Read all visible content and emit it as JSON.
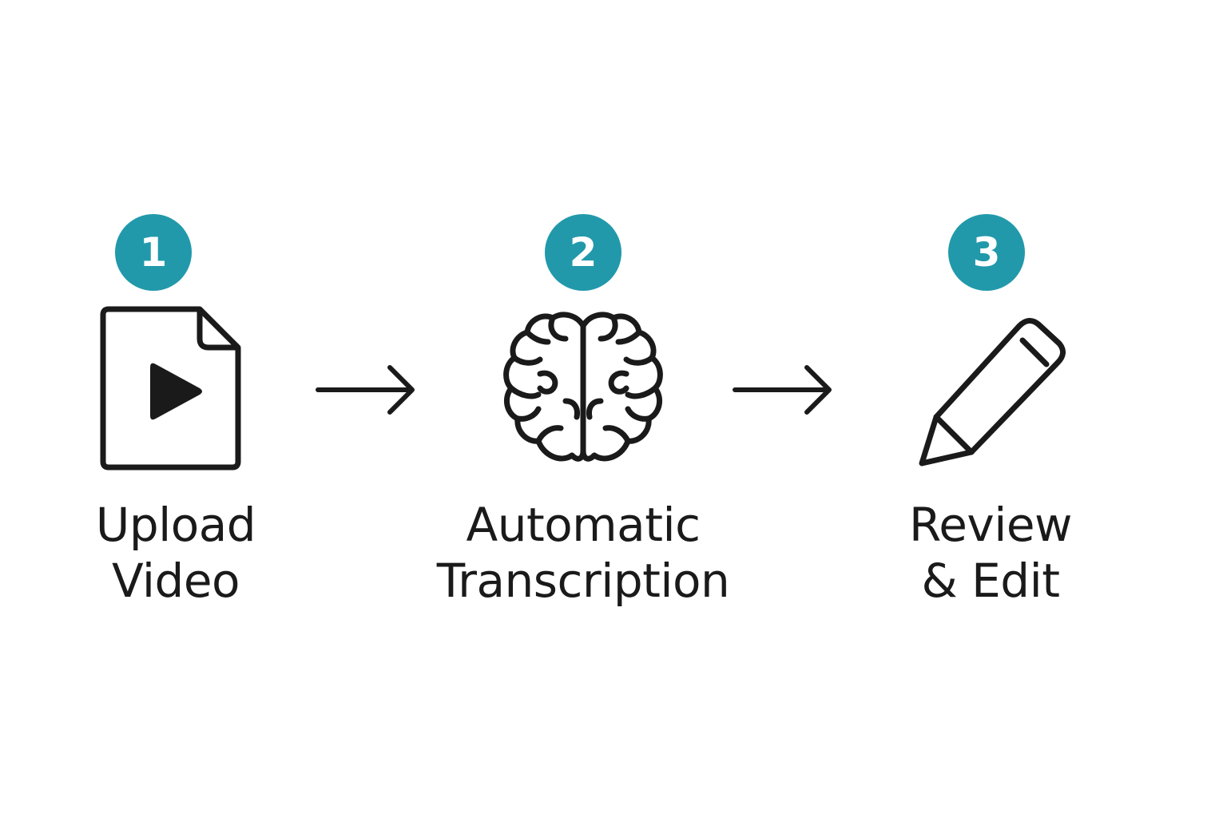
{
  "colors": {
    "accent": "#2199AB",
    "stroke": "#1A1A1A",
    "background": "#FFFFFF"
  },
  "steps": [
    {
      "number": "1",
      "icon": "video-file-icon",
      "label_line1": "Upload",
      "label_line2": "Video"
    },
    {
      "number": "2",
      "icon": "brain-icon",
      "label_line1": "Automatic",
      "label_line2": "Transcription"
    },
    {
      "number": "3",
      "icon": "pencil-icon",
      "label_line1": "Review",
      "label_line2": "& Edit"
    }
  ],
  "connectors": [
    "arrow-right-icon",
    "arrow-right-icon"
  ]
}
